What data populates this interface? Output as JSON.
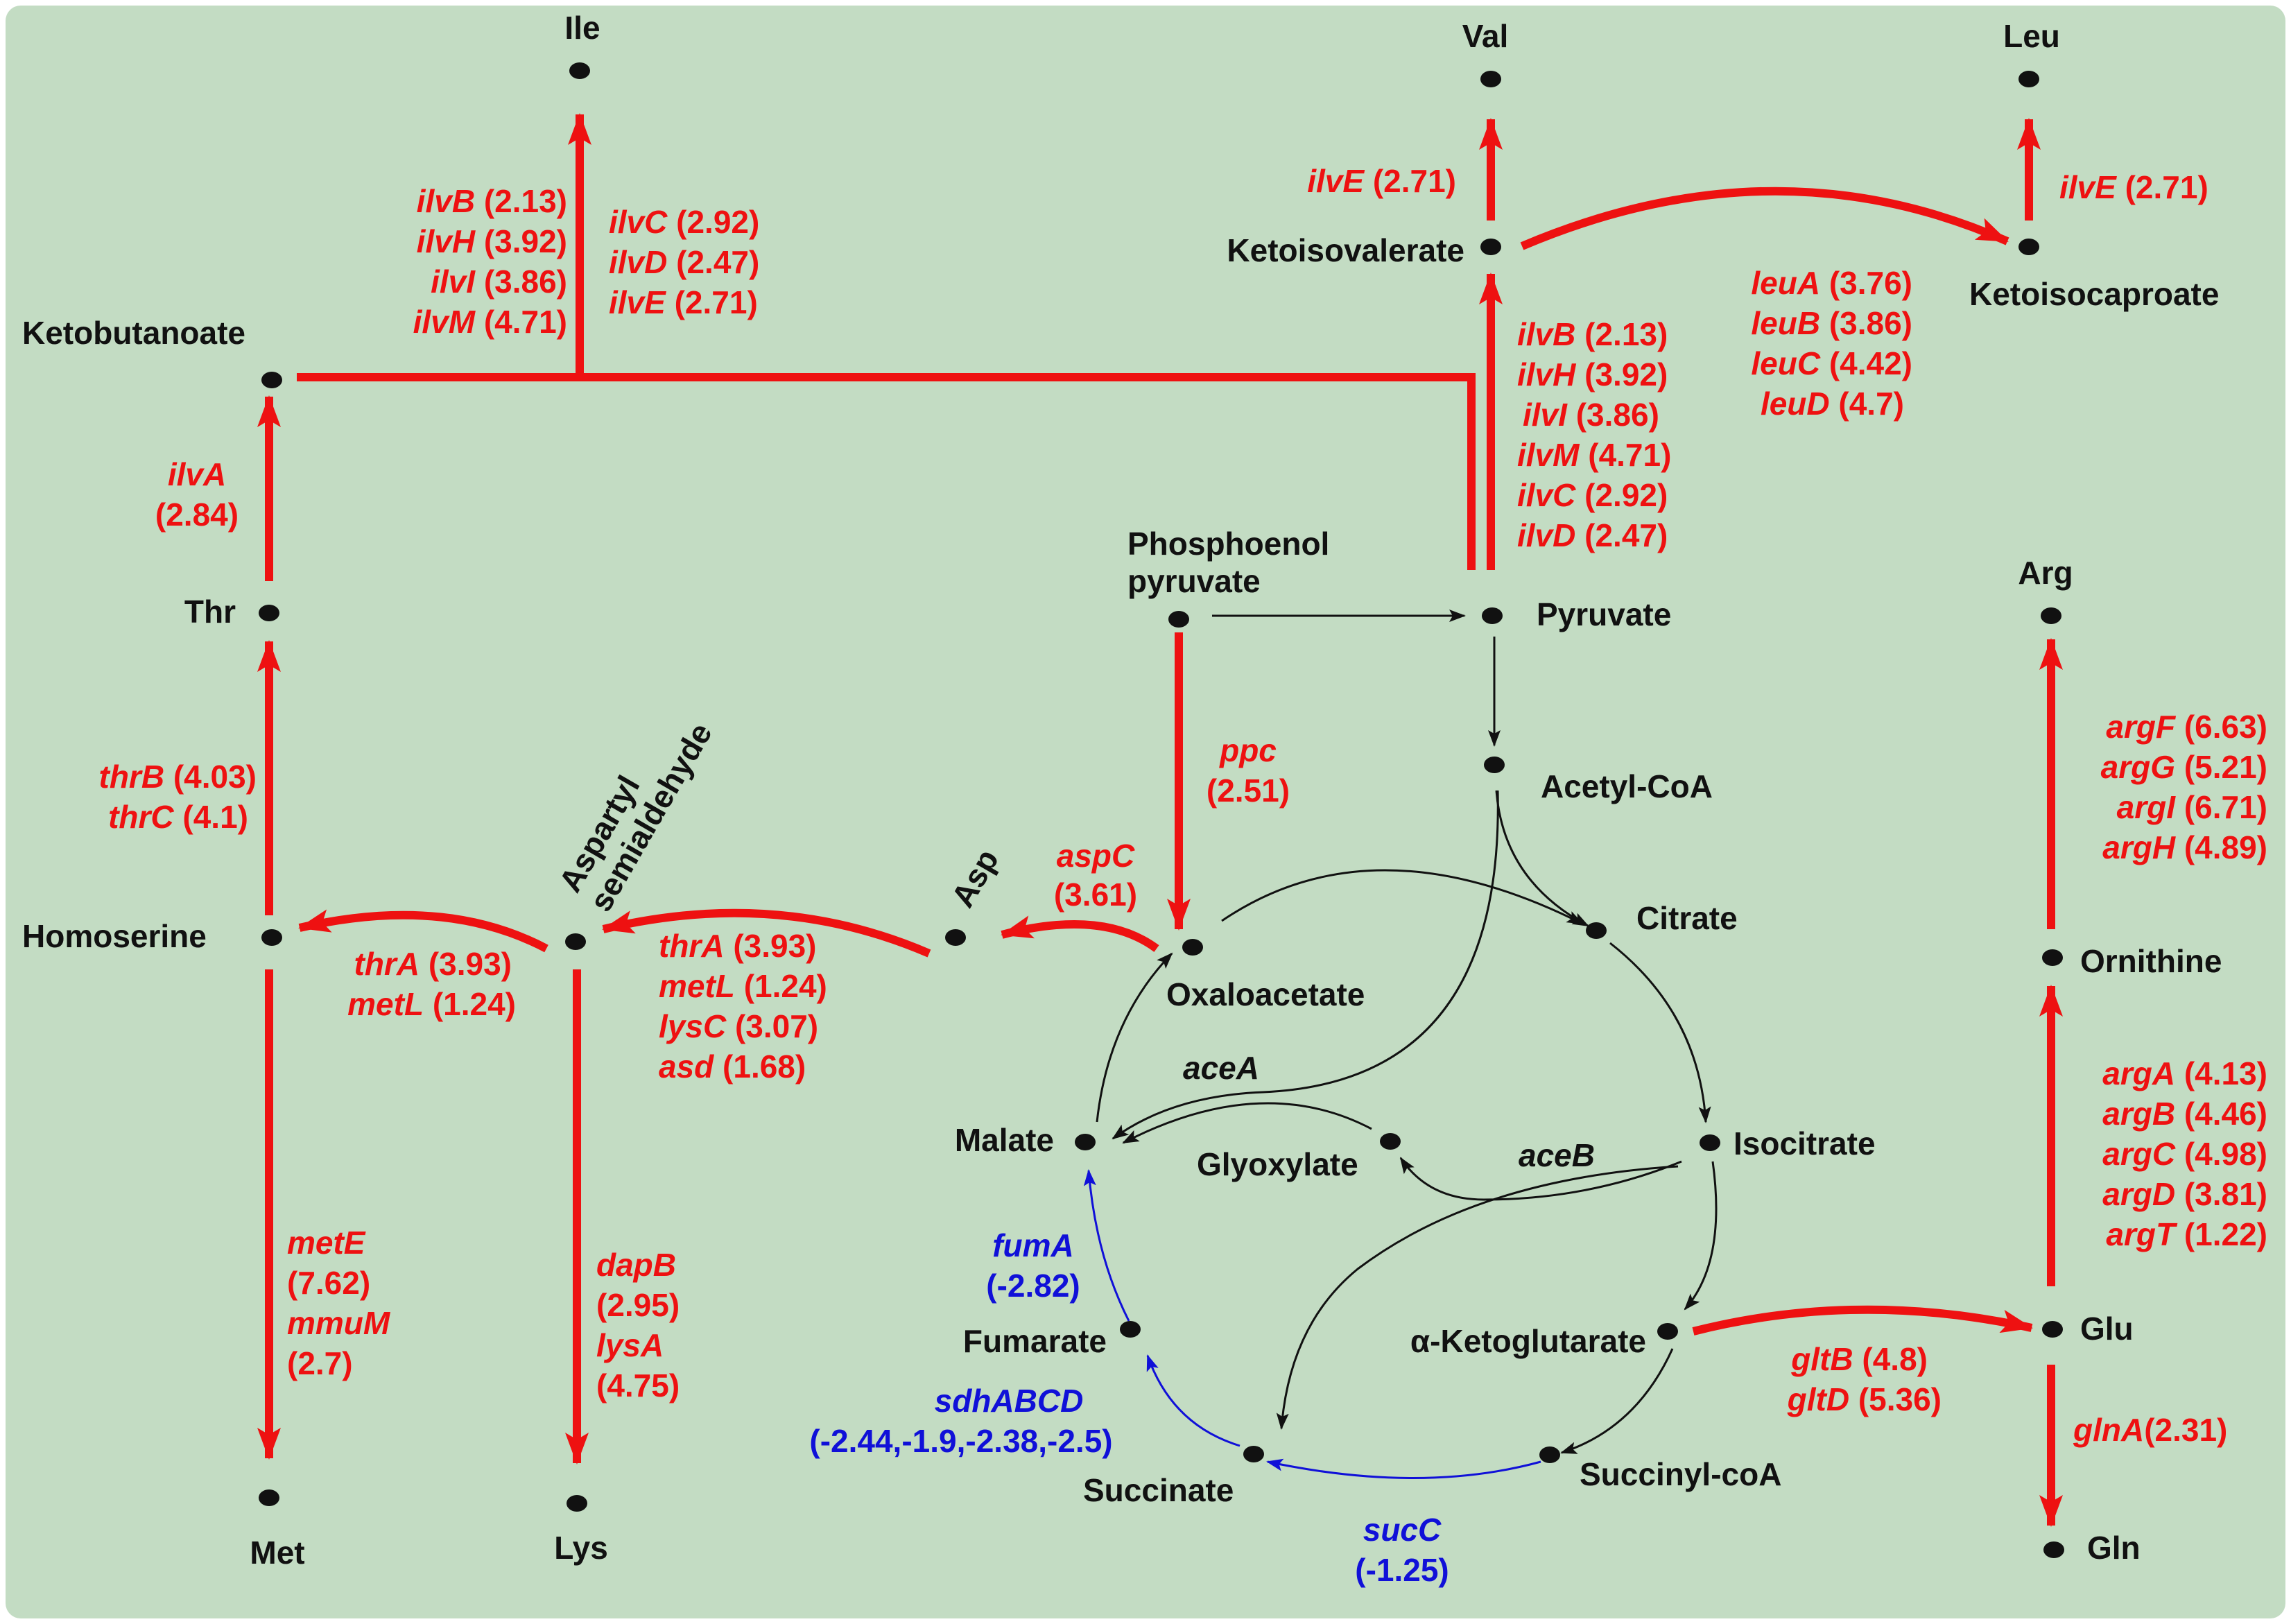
{
  "colors": {
    "background": "#c3dcc3",
    "up": "#ee1111",
    "down": "#1010d8",
    "text": "#111111"
  },
  "metabolites": {
    "ile": "Ile",
    "val": "Val",
    "leu": "Leu",
    "ketoisovalerate": "Ketoisovalerate",
    "ketoisocaproate": "Ketoisocaproate",
    "ketobutanoate": "Ketobutanoate",
    "thr": "Thr",
    "pep_line1": "Phosphoenol",
    "pep_line2": "pyruvate",
    "pyruvate": "Pyruvate",
    "acetyl_coa": "Acetyl-CoA",
    "citrate": "Citrate",
    "homoserine": "Homoserine",
    "aspsa_line1": "Aspartyl",
    "aspsa_line2": "semialdehyde",
    "asp": "Asp",
    "oxaloacetate": "Oxaloacetate",
    "malate": "Malate",
    "glyoxylate": "Glyoxylate",
    "isocitrate": "Isocitrate",
    "fumarate": "Fumarate",
    "alpha_ketoglutarate": "α-Ketoglutarate",
    "succinate": "Succinate",
    "succinyl_coa": "Succinyl-coA",
    "glu": "Glu",
    "gln": "Gln",
    "ornithine": "Ornithine",
    "arg": "Arg",
    "met": "Met",
    "lys": "Lys"
  },
  "genes": {
    "ile_left": [
      {
        "name": "ilvB",
        "value": "(2.13)"
      },
      {
        "name": "ilvH",
        "value": "(3.92)"
      },
      {
        "name": "ilvI",
        "value": "(3.86)"
      },
      {
        "name": "ilvM",
        "value": "(4.71)"
      }
    ],
    "ile_right": [
      {
        "name": "ilvC",
        "value": "(2.92)"
      },
      {
        "name": "ilvD",
        "value": "(2.47)"
      },
      {
        "name": "ilvE",
        "value": "(2.71)"
      }
    ],
    "val": [
      {
        "name": "ilvE",
        "value": "(2.71)"
      }
    ],
    "leu": [
      {
        "name": "ilvE",
        "value": "(2.71)"
      }
    ],
    "leucine_branch": [
      {
        "name": "leuA",
        "value": "(3.76)"
      },
      {
        "name": "leuB",
        "value": "(3.86)"
      },
      {
        "name": "leuC",
        "value": "(4.42)"
      },
      {
        "name": "leuD",
        "value": "(4.7)"
      }
    ],
    "pyruvate_up": [
      {
        "name": "ilvB",
        "value": "(2.13)"
      },
      {
        "name": "ilvH",
        "value": "(3.92)"
      },
      {
        "name": "ilvI",
        "value": "(3.86)"
      },
      {
        "name": "ilvM",
        "value": "(4.71)"
      },
      {
        "name": "ilvC",
        "value": "(2.92)"
      },
      {
        "name": "ilvD",
        "value": "(2.47)"
      }
    ],
    "ilvA": {
      "name": "ilvA",
      "value": "(2.84)"
    },
    "thr_branch": [
      {
        "name": "thrB",
        "value": "(4.03)"
      },
      {
        "name": "thrC",
        "value": "(4.1)"
      }
    ],
    "ppc": {
      "name": "ppc",
      "value": "(2.51)"
    },
    "aspC": {
      "name": "aspC",
      "value": "(3.61)"
    },
    "aspsa_branch": [
      {
        "name": "thrA",
        "value": "(3.93)"
      },
      {
        "name": "metL",
        "value": "(1.24)"
      },
      {
        "name": "lysC",
        "value": "(3.07)"
      },
      {
        "name": "asd",
        "value": "(1.68)"
      }
    ],
    "homoserine_branch": [
      {
        "name": "thrA",
        "value": "(3.93)"
      },
      {
        "name": "metL",
        "value": "(1.24)"
      }
    ],
    "met_branch": [
      "metE",
      "(7.62)",
      "mmuM",
      "(2.7)"
    ],
    "lys_branch": [
      "dapB",
      "(2.95)",
      "lysA",
      "(4.75)"
    ],
    "arg_upper": [
      {
        "name": "argF",
        "value": "(6.63)"
      },
      {
        "name": "argG",
        "value": "(5.21)"
      },
      {
        "name": "argI",
        "value": "(6.71)"
      },
      {
        "name": "argH",
        "value": "(4.89)"
      }
    ],
    "arg_lower": [
      {
        "name": "argA",
        "value": "(4.13)"
      },
      {
        "name": "argB",
        "value": "(4.46)"
      },
      {
        "name": "argC",
        "value": "(4.98)"
      },
      {
        "name": "argD",
        "value": "(3.81)"
      },
      {
        "name": "argT",
        "value": "(1.22)"
      }
    ],
    "glu_branch": [
      {
        "name": "gltB",
        "value": "(4.8)"
      },
      {
        "name": "gltD",
        "value": "(5.36)"
      }
    ],
    "glnA": {
      "name": "glnA",
      "value": "(2.31)"
    },
    "aceA": "aceA",
    "aceB": "aceB",
    "fumA": {
      "name": "fumA",
      "value": "(-2.82)"
    },
    "sdhABCD": {
      "name": "sdhABCD",
      "value": "(-2.44,-1.9,-2.38,-2.5)"
    },
    "sucC": {
      "name": "sucC",
      "value": "(-1.25)"
    }
  }
}
